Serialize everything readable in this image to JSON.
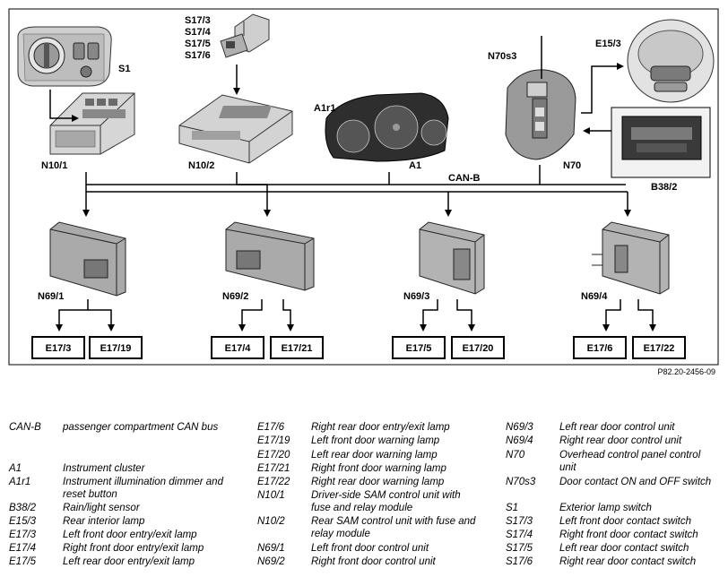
{
  "diagram": {
    "labels": {
      "s1": "S1",
      "s17": [
        "S17/3",
        "S17/4",
        "S17/5",
        "S17/6"
      ],
      "n10_1": "N10/1",
      "n10_2": "N10/2",
      "a1r1": "A1r1",
      "a1": "A1",
      "n70s3": "N70s3",
      "n70": "N70",
      "e15_3": "E15/3",
      "b38_2": "B38/2",
      "canb": "CAN-B",
      "n69_1": "N69/1",
      "n69_2": "N69/2",
      "n69_3": "N69/3",
      "n69_4": "N69/4"
    },
    "lamp_boxes": [
      "E17/3",
      "E17/19",
      "E17/4",
      "E17/21",
      "E17/5",
      "E17/20",
      "E17/6",
      "E17/22"
    ],
    "reference": "P82.20-2456-09"
  },
  "legend": {
    "col1": [
      {
        "code": "CAN-B",
        "desc": "passenger compartment CAN bus"
      },
      {
        "code": "A1",
        "desc": "Instrument cluster"
      },
      {
        "code": "A1r1",
        "desc": "Instrument illumination dimmer and reset button"
      },
      {
        "code": "B38/2",
        "desc": "Rain/light sensor"
      },
      {
        "code": "E15/3",
        "desc": "Rear interior lamp"
      },
      {
        "code": "E17/3",
        "desc": "Left front door entry/exit lamp"
      },
      {
        "code": "E17/4",
        "desc": "Right front door entry/exit lamp"
      },
      {
        "code": "E17/5",
        "desc": "Left rear door entry/exit lamp"
      }
    ],
    "col2": [
      {
        "code": "E17/6",
        "desc": "Right rear door entry/exit lamp"
      },
      {
        "code": "E17/19",
        "desc": "Left front door warning lamp"
      },
      {
        "code": "E17/20",
        "desc": "Left rear door warning lamp"
      },
      {
        "code": "E17/21",
        "desc": "Right front door warning lamp"
      },
      {
        "code": "E17/22",
        "desc": "Right rear door warning lamp"
      },
      {
        "code": "N10/1",
        "desc": "Driver-side SAM control unit with fuse and relay module"
      },
      {
        "code": "N10/2",
        "desc": "Rear SAM control unit with fuse and relay module"
      },
      {
        "code": "N69/1",
        "desc": "Left front door control unit"
      },
      {
        "code": "N69/2",
        "desc": "Right front door control unit"
      }
    ],
    "col3": [
      {
        "code": "N69/3",
        "desc": "Left rear door control unit"
      },
      {
        "code": "N69/4",
        "desc": "Right rear door control unit"
      },
      {
        "code": "N70",
        "desc": "Overhead control panel control unit"
      },
      {
        "code": "N70s3",
        "desc": "Door contact ON and OFF switch"
      },
      {
        "code": "S1",
        "desc": "Exterior lamp switch"
      },
      {
        "code": "S17/3",
        "desc": "Left front door contact switch"
      },
      {
        "code": "S17/4",
        "desc": "Right front door contact switch"
      },
      {
        "code": "S17/5",
        "desc": "Left rear door contact switch"
      },
      {
        "code": "S17/6",
        "desc": "Right rear door contact switch"
      }
    ]
  }
}
